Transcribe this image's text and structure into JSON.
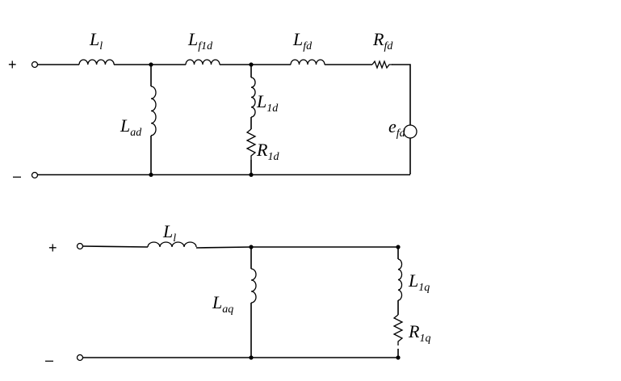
{
  "d_axis_circuit": {
    "terminals": {
      "plus": "+",
      "minus": "–"
    },
    "labels": {
      "L_l": {
        "main": "L",
        "sub": "l"
      },
      "L_f1d": {
        "main": "L",
        "sub": "f1d"
      },
      "L_fd": {
        "main": "L",
        "sub": "fd"
      },
      "R_fd": {
        "main": "R",
        "sub": "fd"
      },
      "L_ad": {
        "main": "L",
        "sub": "ad"
      },
      "L_1d": {
        "main": "L",
        "sub": "1d"
      },
      "R_1d": {
        "main": "R",
        "sub": "1d"
      },
      "e_fd": {
        "main": "e",
        "sub": "fd"
      }
    }
  },
  "q_axis_circuit": {
    "terminals": {
      "plus": "+",
      "minus": "–"
    },
    "labels": {
      "L_l": {
        "main": "L",
        "sub": "l"
      },
      "L_aq": {
        "main": "L",
        "sub": "aq"
      },
      "L_1q": {
        "main": "L",
        "sub": "1q"
      },
      "R_1q": {
        "main": "R",
        "sub": "1q"
      }
    }
  }
}
